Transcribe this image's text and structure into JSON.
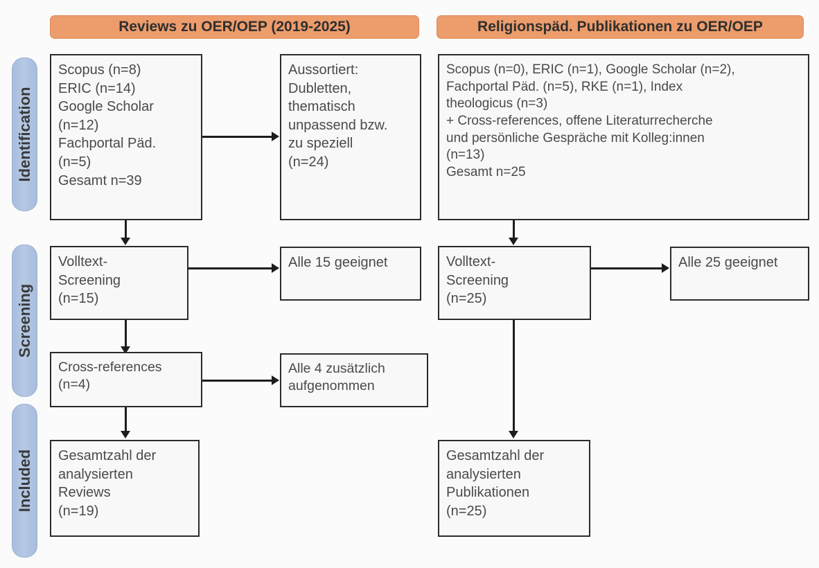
{
  "diagram": {
    "type": "prisma-flow-diagram",
    "stages": [
      {
        "key": "identification",
        "label": "Identification"
      },
      {
        "key": "screening",
        "label": "Screening"
      },
      {
        "key": "included",
        "label": "Included"
      }
    ],
    "columns": [
      {
        "key": "reviews",
        "header": "Reviews zu OER/OEP (2019-2025)",
        "header_color": "#ed9c6b"
      },
      {
        "key": "religionspaed",
        "header": "Religionspäd. Publikationen zu OER/OEP",
        "header_color": "#ed9c6b"
      }
    ],
    "boxes": {
      "left_sources": "Scopus (n=8)\nERIC (n=14)\nGoogle Scholar\n(n=12)\nFachportal Päd.\n(n=5)\nGesamt n=39",
      "left_excluded": "Aussortiert:\nDubletten,\nthematisch\nunpassend bzw.\nzu speziell\n(n=24)",
      "left_fulltext": "Volltext-\nScreening\n(n=15)",
      "left_fulltext_result": "Alle 15 geeignet",
      "left_crossrefs": "Cross-references\n(n=4)",
      "left_crossrefs_result": "Alle 4 zusätzlich\naufgenommen",
      "left_included": "Gesamtzahl der\nanalysierten\nReviews\n(n=19)",
      "right_sources": "Scopus (n=0), ERIC (n=1), Google Scholar (n=2),\nFachportal Päd. (n=5), RKE (n=1), Index\ntheologicus (n=3)\n+ Cross-references, offene Literaturrecherche\nund persönliche Gespräche mit Kolleg:innen\n(n=13)\nGesamt n=25",
      "right_fulltext": "Volltext-\nScreening\n(n=25)",
      "right_fulltext_result": "Alle 25 geeignet",
      "right_included": "Gesamtzahl der\nanalysierten\nPublikationen\n(n=25)"
    },
    "counts": {
      "left_scopus": 8,
      "left_eric": 14,
      "left_google_scholar": 12,
      "left_fachportal": 5,
      "left_total": 39,
      "left_excluded": 24,
      "left_fulltext_screened": 15,
      "left_fulltext_eligible": 15,
      "left_crossrefs": 4,
      "left_crossrefs_added": 4,
      "left_included_total": 19,
      "right_scopus": 0,
      "right_eric": 1,
      "right_google_scholar": 2,
      "right_fachportal": 5,
      "right_rke": 1,
      "right_index_theologicus": 3,
      "right_additional": 13,
      "right_total": 25,
      "right_fulltext_screened": 25,
      "right_fulltext_eligible": 25,
      "right_included_total": 25
    },
    "colors": {
      "header_orange": "#ed9c6b",
      "stage_blue": "#a7bddd",
      "box_border": "#2b2b2b",
      "box_fill": "#f8f8f8",
      "text": "#4a4a4a",
      "connector": "#1d1d1d"
    }
  }
}
